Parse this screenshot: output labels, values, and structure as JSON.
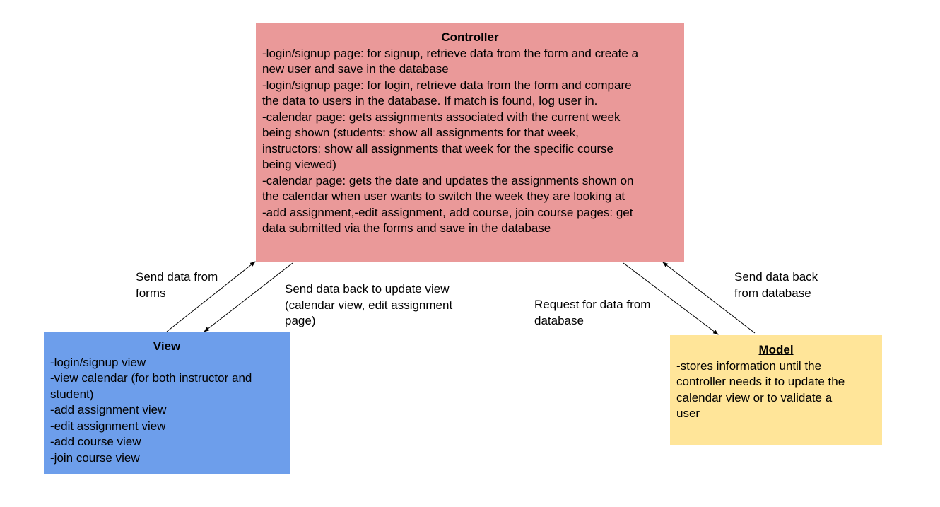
{
  "colors": {
    "controller_fill": "#ea9999",
    "view_fill": "#6d9eeb",
    "model_fill": "#ffe599",
    "arrow": "#000000"
  },
  "controller": {
    "title": "Controller",
    "lines": [
      "-login/signup page: for signup, retrieve data from the form and create a",
      "new user and save in the database",
      "-login/signup page: for login, retrieve data from the form and compare",
      "the data to users in the database. If match is found, log user in.",
      "-calendar page: gets assignments associated with the current week",
      "being shown (students: show all assignments for that week,",
      "instructors: show all assignments that week for the specific course",
      "being viewed)",
      "-calendar page: gets the date and updates the assignments shown on",
      "the calendar when user wants to switch the week they are looking at",
      "-add assignment,-edit assignment, add course, join course pages: get",
      "data submitted via the forms and save in the database"
    ]
  },
  "view": {
    "title": "View",
    "lines": [
      "-login/signup view",
      "-view calendar (for both instructor and",
      "student)",
      "-add assignment view",
      "-edit assignment view",
      "-add course view",
      "-join course view"
    ]
  },
  "model": {
    "title": "Model",
    "lines": [
      "-stores information until the",
      "controller needs it to update the",
      "calendar view or to validate a",
      "user"
    ]
  },
  "edge_labels": {
    "send_forms": [
      "Send data from",
      "forms"
    ],
    "send_back_update": [
      "Send data back to update view",
      "(calendar view, edit assignment",
      "page)"
    ],
    "request_data": [
      "Request for data from",
      "database"
    ],
    "send_back_db": [
      "Send data back",
      "from database"
    ]
  }
}
